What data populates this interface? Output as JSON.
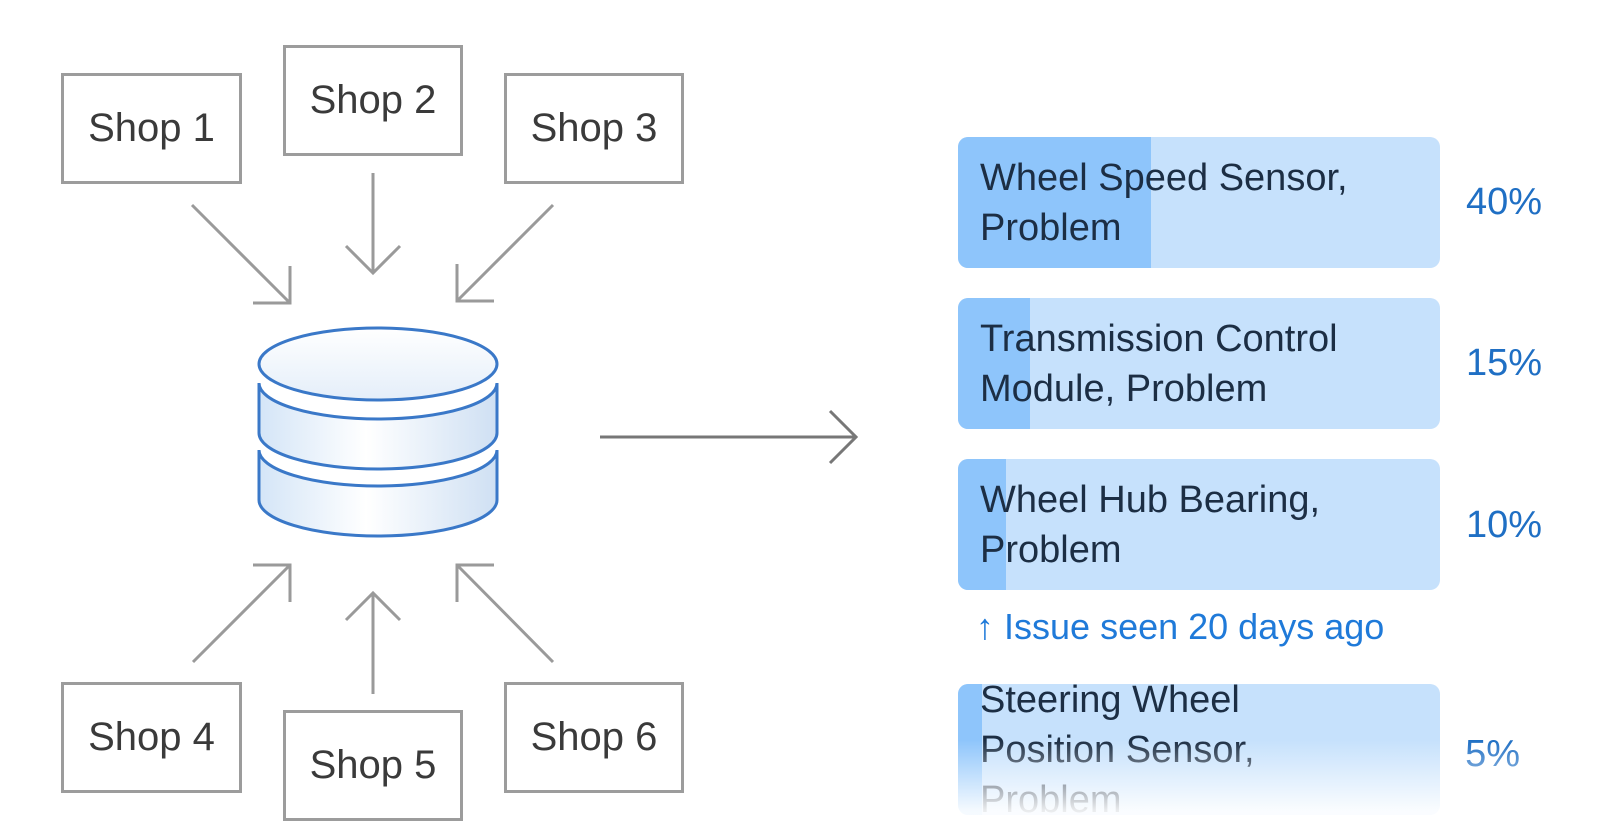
{
  "shops": [
    {
      "label": "Shop 1"
    },
    {
      "label": "Shop 2"
    },
    {
      "label": "Shop 3"
    },
    {
      "label": "Shop 4"
    },
    {
      "label": "Shop 5"
    },
    {
      "label": "Shop 6"
    }
  ],
  "issues": [
    {
      "label": "Wheel Speed Sensor, Problem",
      "percent_text": "40%",
      "share": 0.4
    },
    {
      "label": "Transmission Control Module, Problem",
      "percent_text": "15%",
      "share": 0.15
    },
    {
      "label": "Wheel Hub Bearing, Problem",
      "percent_text": "10%",
      "share": 0.1
    },
    {
      "label": "Steering Wheel Position Sensor, Problem",
      "percent_text": "5%",
      "share": 0.05
    }
  ],
  "note": {
    "icon": "arrow-up-icon",
    "arrow": "↑",
    "text": "Issue seen 20 days ago"
  },
  "colors": {
    "line": "#9a9a9a",
    "db_stroke": "#3a78c8",
    "bar_bg": "#c6e1fc",
    "bar_fill": "#8ec5fb",
    "accent": "#1f7ad9"
  }
}
